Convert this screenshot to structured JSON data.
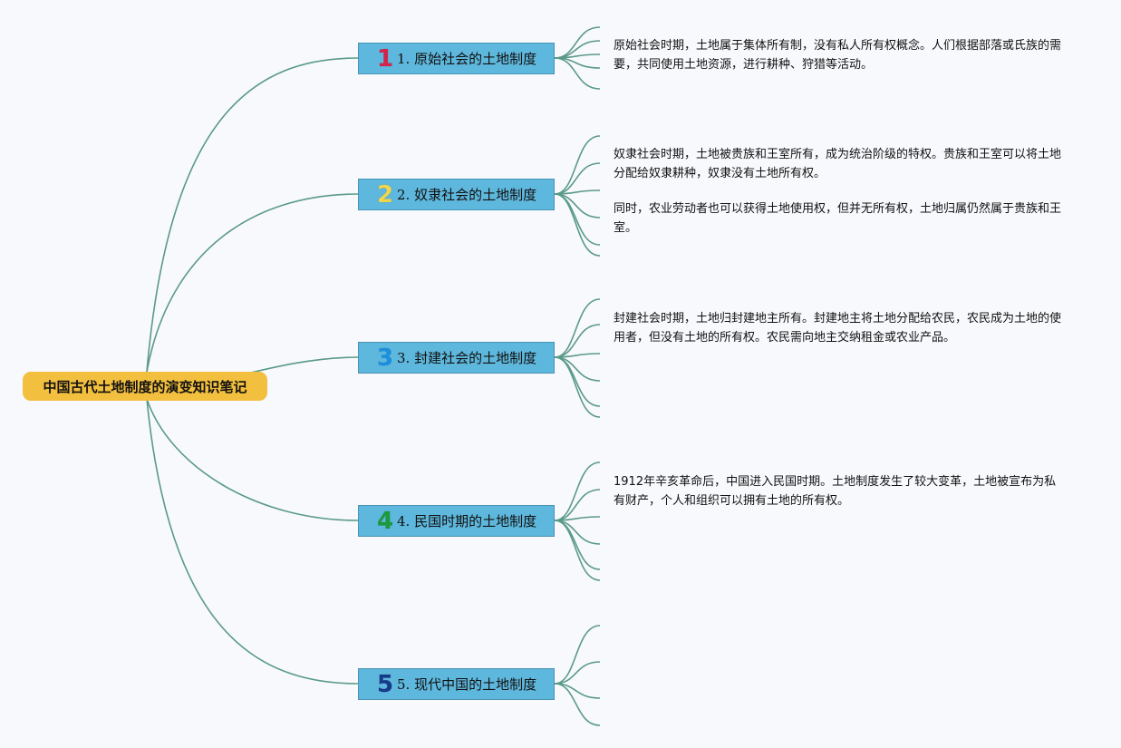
{
  "root": {
    "title": "中国古代土地制度的演变知识笔记"
  },
  "branches": [
    {
      "number": "1",
      "number_color": "#d5234a",
      "title": "1. 原始社会的土地制度",
      "notes": [
        "原始社会时期，土地属于集体所有制，没有私人所有权概念。人们根据部落或氏族的需要，共同使用土地资源，进行耕种、狩猎等活动。"
      ]
    },
    {
      "number": "2",
      "number_color": "#f2d74c",
      "title": "2. 奴隶社会的土地制度",
      "notes": [
        "奴隶社会时期，土地被贵族和王室所有，成为统治阶级的特权。贵族和王室可以将土地分配给奴隶耕种，奴隶没有土地所有权。",
        "同时，农业劳动者也可以获得土地使用权，但并无所有权，土地归属仍然属于贵族和王室。"
      ]
    },
    {
      "number": "3",
      "number_color": "#1d8fe0",
      "title": "3. 封建社会的土地制度",
      "notes": [
        "封建社会时期，土地归封建地主所有。封建地主将土地分配给农民，农民成为土地的使用者，但没有土地的所有权。农民需向地主交纳租金或农业产品。"
      ]
    },
    {
      "number": "4",
      "number_color": "#1c9a3c",
      "title": "4. 民国时期的土地制度",
      "notes": [
        "1912年辛亥革命后，中国进入民国时期。土地制度发生了较大变革，土地被宣布为私有财产，个人和组织可以拥有土地的所有权。"
      ]
    },
    {
      "number": "5",
      "number_color": "#163a8c",
      "title": "5. 现代中国的土地制度",
      "notes": []
    }
  ],
  "colors": {
    "connector": "#5a9a86"
  }
}
